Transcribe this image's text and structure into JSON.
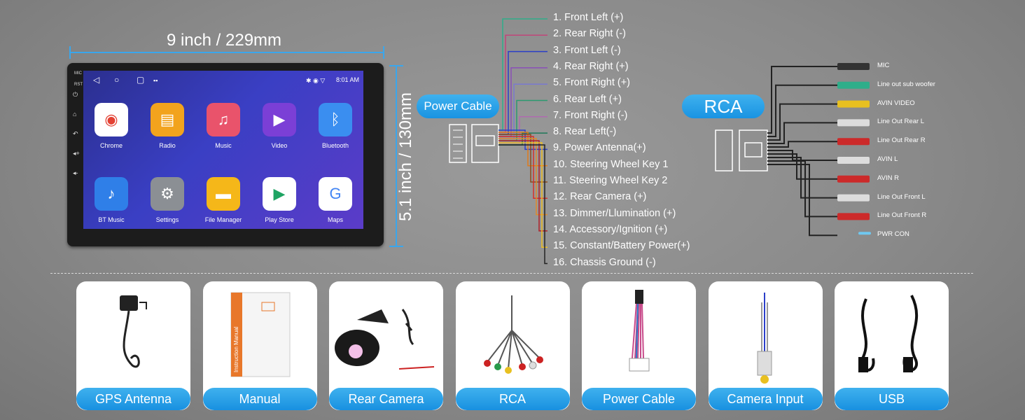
{
  "dimensions": {
    "width_label": "9 inch / 229mm",
    "height_label": "5.1 inch / 130mm"
  },
  "device": {
    "side_labels": [
      "MIC",
      "RST"
    ],
    "status_time": "8:01 AM",
    "apps": [
      {
        "label": "Chrome",
        "icon": "chrome-icon",
        "color": "#ffffff"
      },
      {
        "label": "Radio",
        "icon": "radio-icon",
        "color": "#f2a31d"
      },
      {
        "label": "Music",
        "icon": "music-note-icon",
        "color": "#e9536b"
      },
      {
        "label": "Video",
        "icon": "play-icon",
        "color": "#7b3fd6"
      },
      {
        "label": "Bluetooth",
        "icon": "bluetooth-icon",
        "color": "#3a8ef0"
      },
      {
        "label": "BT Music",
        "icon": "bt-music-icon",
        "color": "#2f7fe8"
      },
      {
        "label": "Settings",
        "icon": "gear-icon",
        "color": "#8b8f94"
      },
      {
        "label": "File Manager",
        "icon": "folder-icon",
        "color": "#f5b719"
      },
      {
        "label": "Play Store",
        "icon": "play-store-icon",
        "color": "#ffffff"
      },
      {
        "label": "Maps",
        "icon": "maps-icon",
        "color": "#ffffff"
      }
    ]
  },
  "power_cable": {
    "title": "Power Cable",
    "wires": [
      {
        "label": "1. Front Left (+)",
        "color": "#2fae8a"
      },
      {
        "label": "2. Rear Right (-)",
        "color": "#c0457a"
      },
      {
        "label": "3. Front Left (-)",
        "color": "#2a3ec8"
      },
      {
        "label": "4. Rear Right (+)",
        "color": "#8a4fb8"
      },
      {
        "label": "5. Front Right (+)",
        "color": "#7a7ad0"
      },
      {
        "label": "6. Rear Left (+)",
        "color": "#2c9a70"
      },
      {
        "label": "7. Front Right (-)",
        "color": "#b06ab0"
      },
      {
        "label": "8. Rear Left(-)",
        "color": "#1f7a5a"
      },
      {
        "label": "9. Power Antenna(+)",
        "color": "#2a3ec8"
      },
      {
        "label": "10. Steering Wheel Key 1",
        "color": "#e07a1c"
      },
      {
        "label": "11. Steering Wheel Key 2",
        "color": "#8a4a1c"
      },
      {
        "label": "12. Rear Camera (+)",
        "color": "#d6302a"
      },
      {
        "label": "13. Dimmer/Llumination (+)",
        "color": "#e08a2a"
      },
      {
        "label": "14. Accessory/Ignition (+)",
        "color": "#b0202a"
      },
      {
        "label": "15. Constant/Battery Power(+)",
        "color": "#f0c020"
      },
      {
        "label": "16. Chassis Ground (-)",
        "color": "#222222"
      }
    ]
  },
  "rca": {
    "title": "RCA",
    "lines": [
      {
        "label": "MIC",
        "color": "#333333"
      },
      {
        "label": "Line out sub woofer",
        "color": "#2fae8a"
      },
      {
        "label": "AVIN VIDEO",
        "color": "#e8c020"
      },
      {
        "label": "Line Out Rear L",
        "color": "#dddddd"
      },
      {
        "label": "Line Out Rear R",
        "color": "#cc2a2a"
      },
      {
        "label": "AVIN L",
        "color": "#dddddd"
      },
      {
        "label": "AVIN R",
        "color": "#cc2a2a"
      },
      {
        "label": "Line Out Front L",
        "color": "#dddddd"
      },
      {
        "label": "Line Out Front R",
        "color": "#cc2a2a"
      },
      {
        "label": "PWR CON",
        "color": "#6fc8f0"
      }
    ]
  },
  "accessories": [
    {
      "label": "GPS Antenna",
      "icon": "gps-antenna-icon"
    },
    {
      "label": "Manual",
      "icon": "manual-icon",
      "booklet_title": "Instruction Manual"
    },
    {
      "label": "Rear Camera",
      "icon": "rear-camera-icon"
    },
    {
      "label": "RCA",
      "icon": "rca-cable-icon"
    },
    {
      "label": "Power Cable",
      "icon": "power-cable-icon"
    },
    {
      "label": "Camera Input",
      "icon": "camera-input-icon"
    },
    {
      "label": "USB",
      "icon": "usb-cable-icon"
    }
  ]
}
